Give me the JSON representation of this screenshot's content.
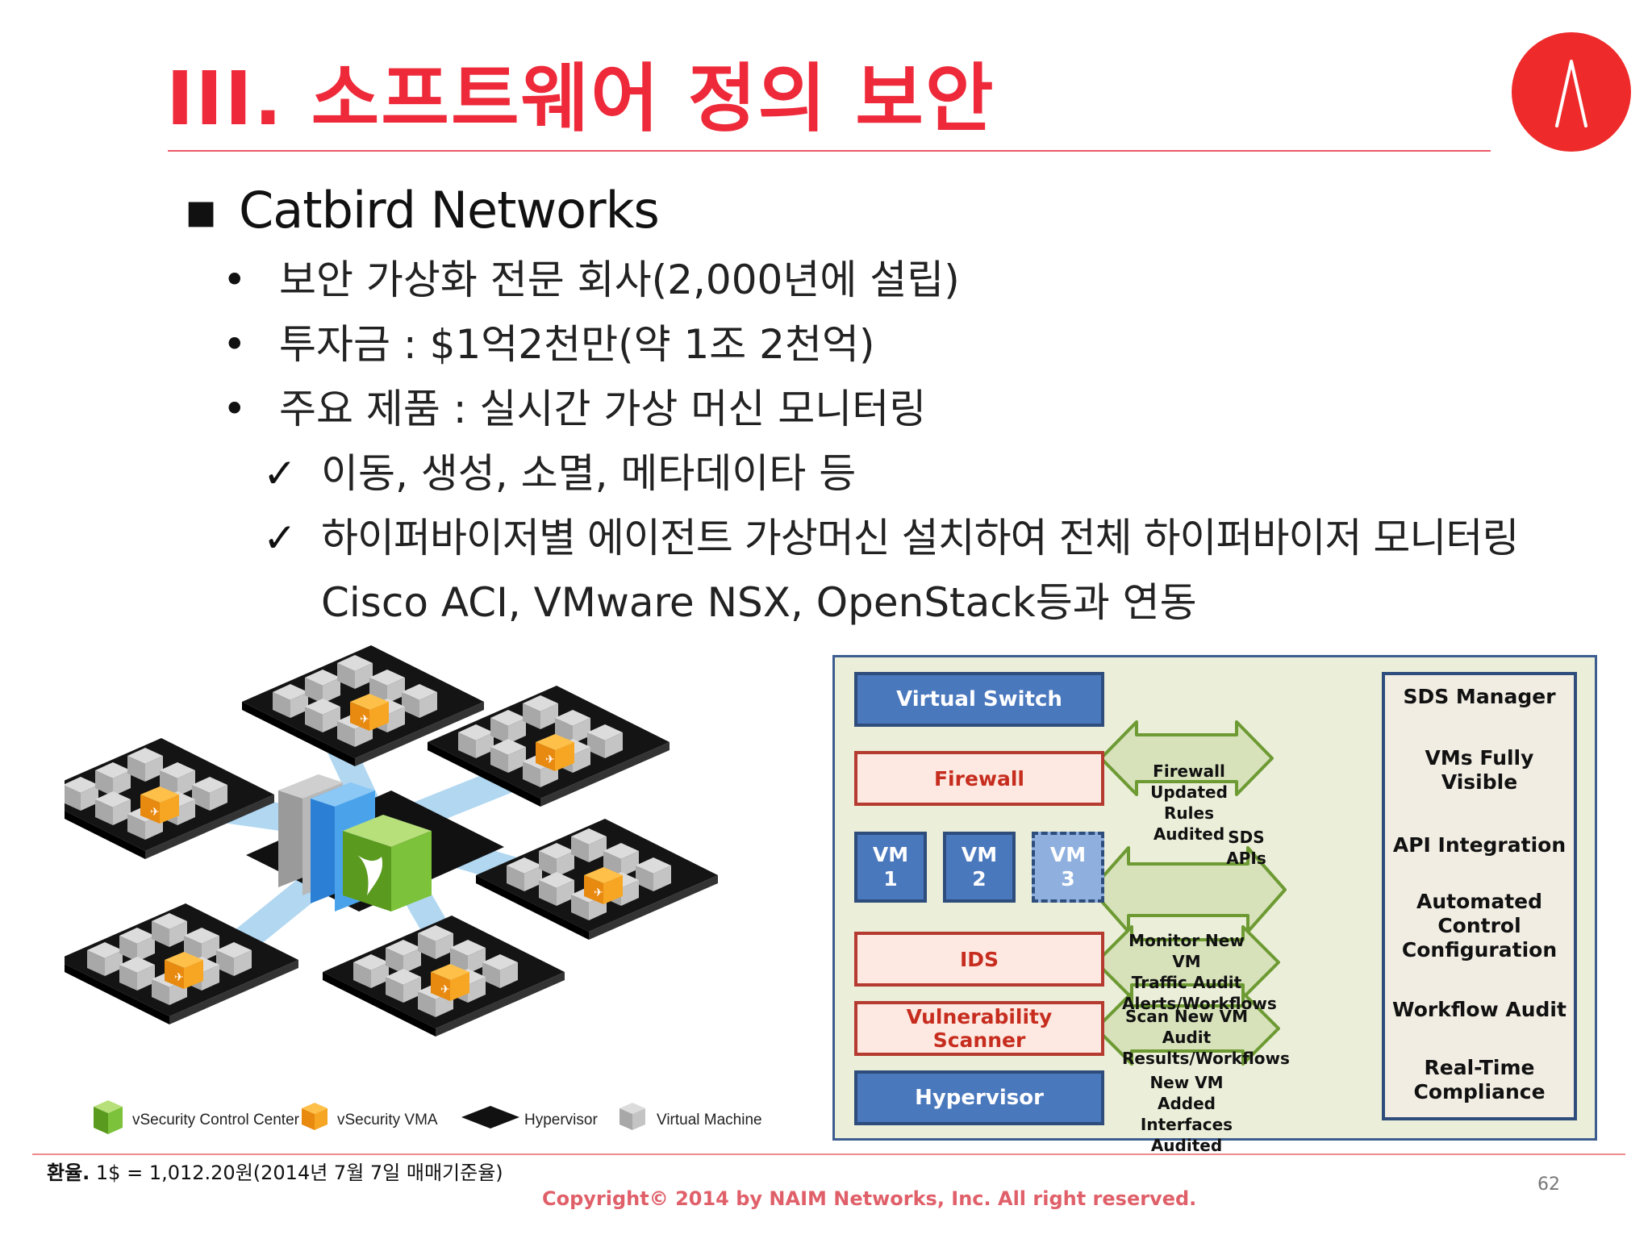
{
  "title": "III.  소프트웨어 정의 보안",
  "company": "Catbird Networks",
  "bullets": [
    "보안 가상화 전문 회사(2,000년에 설립)",
    "투자금 : $1억2천만(약 1조 2천억)",
    "주요 제품 : 실시간 가상 머신 모니터링"
  ],
  "checks": [
    "이동, 생성, 소멸, 메타데이타 등",
    "하이퍼바이저별 에이전트 가상머신 설치하여 전체 하이퍼바이저 모니터링"
  ],
  "check_continuation": "Cisco ACI, VMware NSX, OpenStack등과 연동",
  "markers": {
    "square": "▪",
    "bullet": "•",
    "check": "✓"
  },
  "diagram": {
    "left_boxes": {
      "virtual_switch": "Virtual Switch",
      "firewall": "Firewall",
      "ids": "IDS",
      "vuln_scanner": "Vulnerability Scanner",
      "hypervisor": "Hypervisor"
    },
    "vms": [
      {
        "line1": "VM",
        "line2": "1"
      },
      {
        "line1": "VM",
        "line2": "2"
      },
      {
        "line1": "VM",
        "line2": "3"
      }
    ],
    "arrows": {
      "firewall": [
        "Firewall Updated",
        "Rules Audited"
      ],
      "monitor": [
        "Monitor New VM",
        "Traffic Audit",
        "Alerts/Workflows"
      ],
      "scan": [
        "Scan New VM Audit",
        "Results/Workflows"
      ],
      "added": [
        "New VM Added",
        "Interfaces Audited"
      ]
    },
    "sds_apis": [
      "SDS",
      "APIs"
    ],
    "sds_manager": {
      "title": "SDS Manager",
      "items": [
        [
          "VMs Fully",
          "Visible"
        ],
        [
          "API Integration"
        ],
        [
          "Automated",
          "Control",
          "Configuration"
        ],
        [
          "Workflow Audit"
        ],
        [
          "Real-Time",
          "Compliance"
        ]
      ]
    }
  },
  "legend": {
    "control_center": "vSecurity Control Center",
    "vma": "vSecurity VMA",
    "hypervisor": "Hypervisor",
    "virtual_machine": "Virtual Machine"
  },
  "footer": {
    "rate_label": "환율.",
    "rate_text": " 1$ = 1,012.20원(2014년 7월 7일 매매기준율)",
    "copyright": "Copyright© 2014 by NAIM Networks, Inc. All right reserved.",
    "page_number": "62"
  },
  "colors": {
    "accent": "#ee2a3a",
    "diagram_blue": "#4a78bd",
    "arrow_green": "#d7e2bb",
    "vma_orange": "#f6a623"
  }
}
